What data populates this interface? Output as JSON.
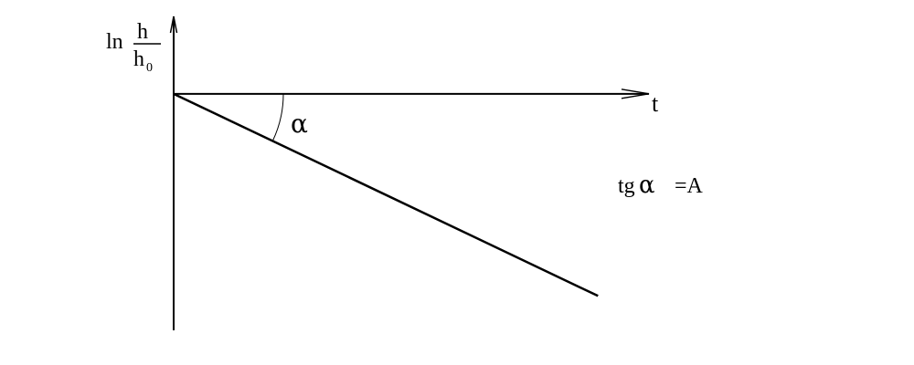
{
  "chart_data": {
    "type": "line",
    "x_axis_label": "t",
    "y_axis_label": {
      "prefix": "ln",
      "numerator": "h",
      "denominator_base": "h",
      "denominator_subscript": "0"
    },
    "series": [
      {
        "x": [
          0,
          1
        ],
        "y": [
          0,
          -0.47
        ]
      }
    ],
    "xlim": [
      0,
      1.12
    ],
    "ylim": [
      -0.55,
      0.18
    ],
    "grid": false,
    "angle_label": "α",
    "annotation": {
      "prefix": "tg",
      "symbol": "α",
      "suffix": "=A"
    },
    "colors": {
      "line": "#000000",
      "axes": "#000000",
      "background": "#ffffff"
    }
  }
}
